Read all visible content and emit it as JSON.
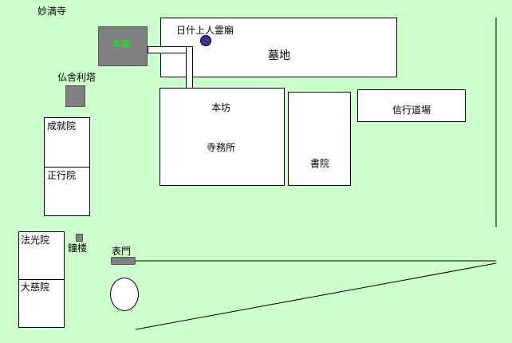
{
  "map": {
    "title": "妙満寺",
    "buildings": {
      "hondo": "本堂",
      "bosho": "墓地",
      "nichiju": "日什上人霊廟",
      "busshari": "仏舎利塔",
      "honbo": "本坊",
      "jimusho": "寺務所",
      "shoin": "書院",
      "shingyo": "信行道場",
      "jojuin": "成就院",
      "shogyoin": "正行院",
      "hokoin": "法光院",
      "daijiin": "大慈院",
      "shoro": "鐘楼",
      "omotemon": "表門"
    }
  },
  "colors": {
    "background": "#ccffcc",
    "hondo_label": "#00ff00",
    "marker": "#333399",
    "grey_building": "#808080"
  }
}
